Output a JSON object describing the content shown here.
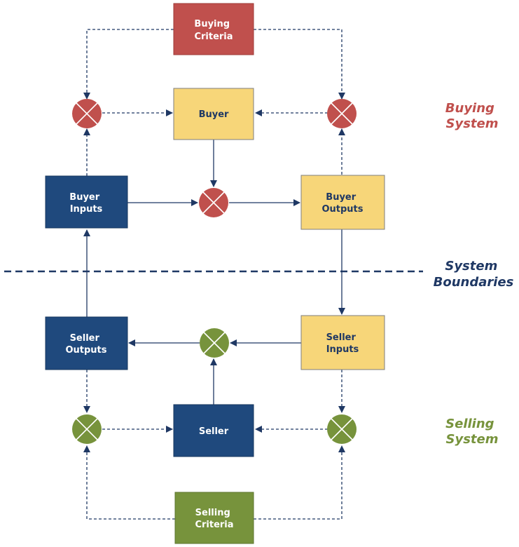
{
  "colors": {
    "red": "#c0504d",
    "red_stroke": "#9e3b38",
    "navy": "#1f497d",
    "navy_dark": "#17375e",
    "yellow": "#f7d679",
    "yellow_stroke": "#7f7f7f",
    "green": "#77933c",
    "green_stroke": "#5e7530",
    "arrow": "#1f3864",
    "boundary": "#1f3864"
  },
  "boxes": {
    "buying_criteria": [
      "Buying",
      "Criteria"
    ],
    "buyer": [
      "Buyer"
    ],
    "buyer_inputs": [
      "Buyer",
      "Inputs"
    ],
    "buyer_outputs": [
      "Buyer",
      "Outputs"
    ],
    "seller_outputs": [
      "Seller",
      "Outputs"
    ],
    "seller_inputs": [
      "Seller",
      "Inputs"
    ],
    "seller": [
      "Seller"
    ],
    "selling_criteria": [
      "Selling",
      "Criteria"
    ]
  },
  "side_labels": {
    "buying_system": [
      "Buying",
      "System"
    ],
    "system_boundaries": [
      "System",
      "Boundaries"
    ],
    "selling_system": [
      "Selling",
      "System"
    ]
  },
  "icons": {
    "summing_junction": "circle-x-icon"
  }
}
